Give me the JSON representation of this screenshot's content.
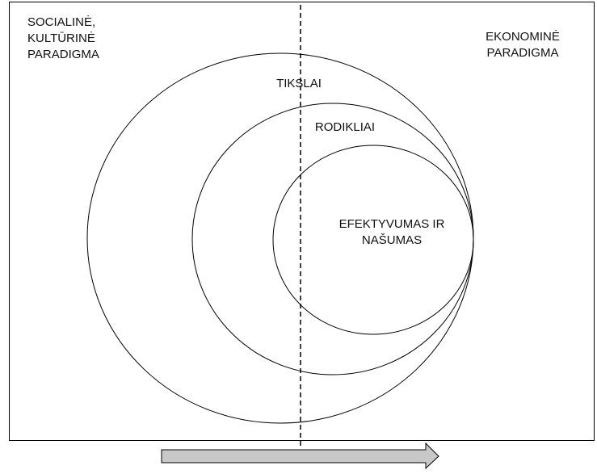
{
  "diagram": {
    "left_paradigm": "SOCIALINĖ,\nKULTŪRINĖ\nPARADIGMA",
    "right_paradigm": "EKONOMINĖ\nPARADIGMA",
    "outer_circle_label": "TIKSLAI",
    "middle_circle_label": "RODIKLIAI",
    "inner_circle_label": "EFEKTYVUMAS IR\nNAŠUMAS",
    "colors": {
      "stroke": "#000000",
      "arrow_fill": "#c8c8c8",
      "background": "#ffffff"
    }
  }
}
